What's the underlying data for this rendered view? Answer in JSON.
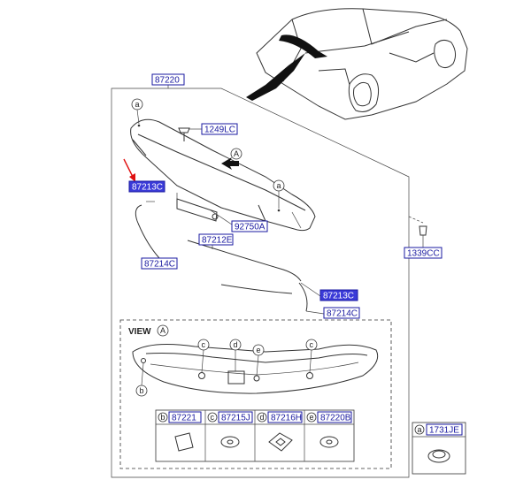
{
  "labels": {
    "main": "87220",
    "bolt": "1249LC",
    "tape_highlighted_left": "87213C",
    "lamp": "92750A",
    "tape_left": "87214C",
    "molding": "87212E",
    "tape_highlighted_right": "87213C",
    "tape_right": "87214C",
    "clip_outer": "1339CC",
    "view_title": "VIEW",
    "view_letter": "A",
    "arrow_letter": "A"
  },
  "callouts": {
    "a": "a",
    "b": "b",
    "c": "c",
    "d": "d",
    "e": "e"
  },
  "legend": [
    {
      "letter": "b",
      "part": "87221"
    },
    {
      "letter": "c",
      "part": "87215J"
    },
    {
      "letter": "d",
      "part": "87216H"
    },
    {
      "letter": "e",
      "part": "87220B"
    }
  ],
  "legend_side": {
    "letter": "a",
    "part": "1731JE"
  },
  "colors": {
    "label_border": "#1a1aa0",
    "label_text": "#1a1aa0",
    "highlight_fill": "#3a3ad8",
    "pointer_arrow": "#e01010"
  }
}
